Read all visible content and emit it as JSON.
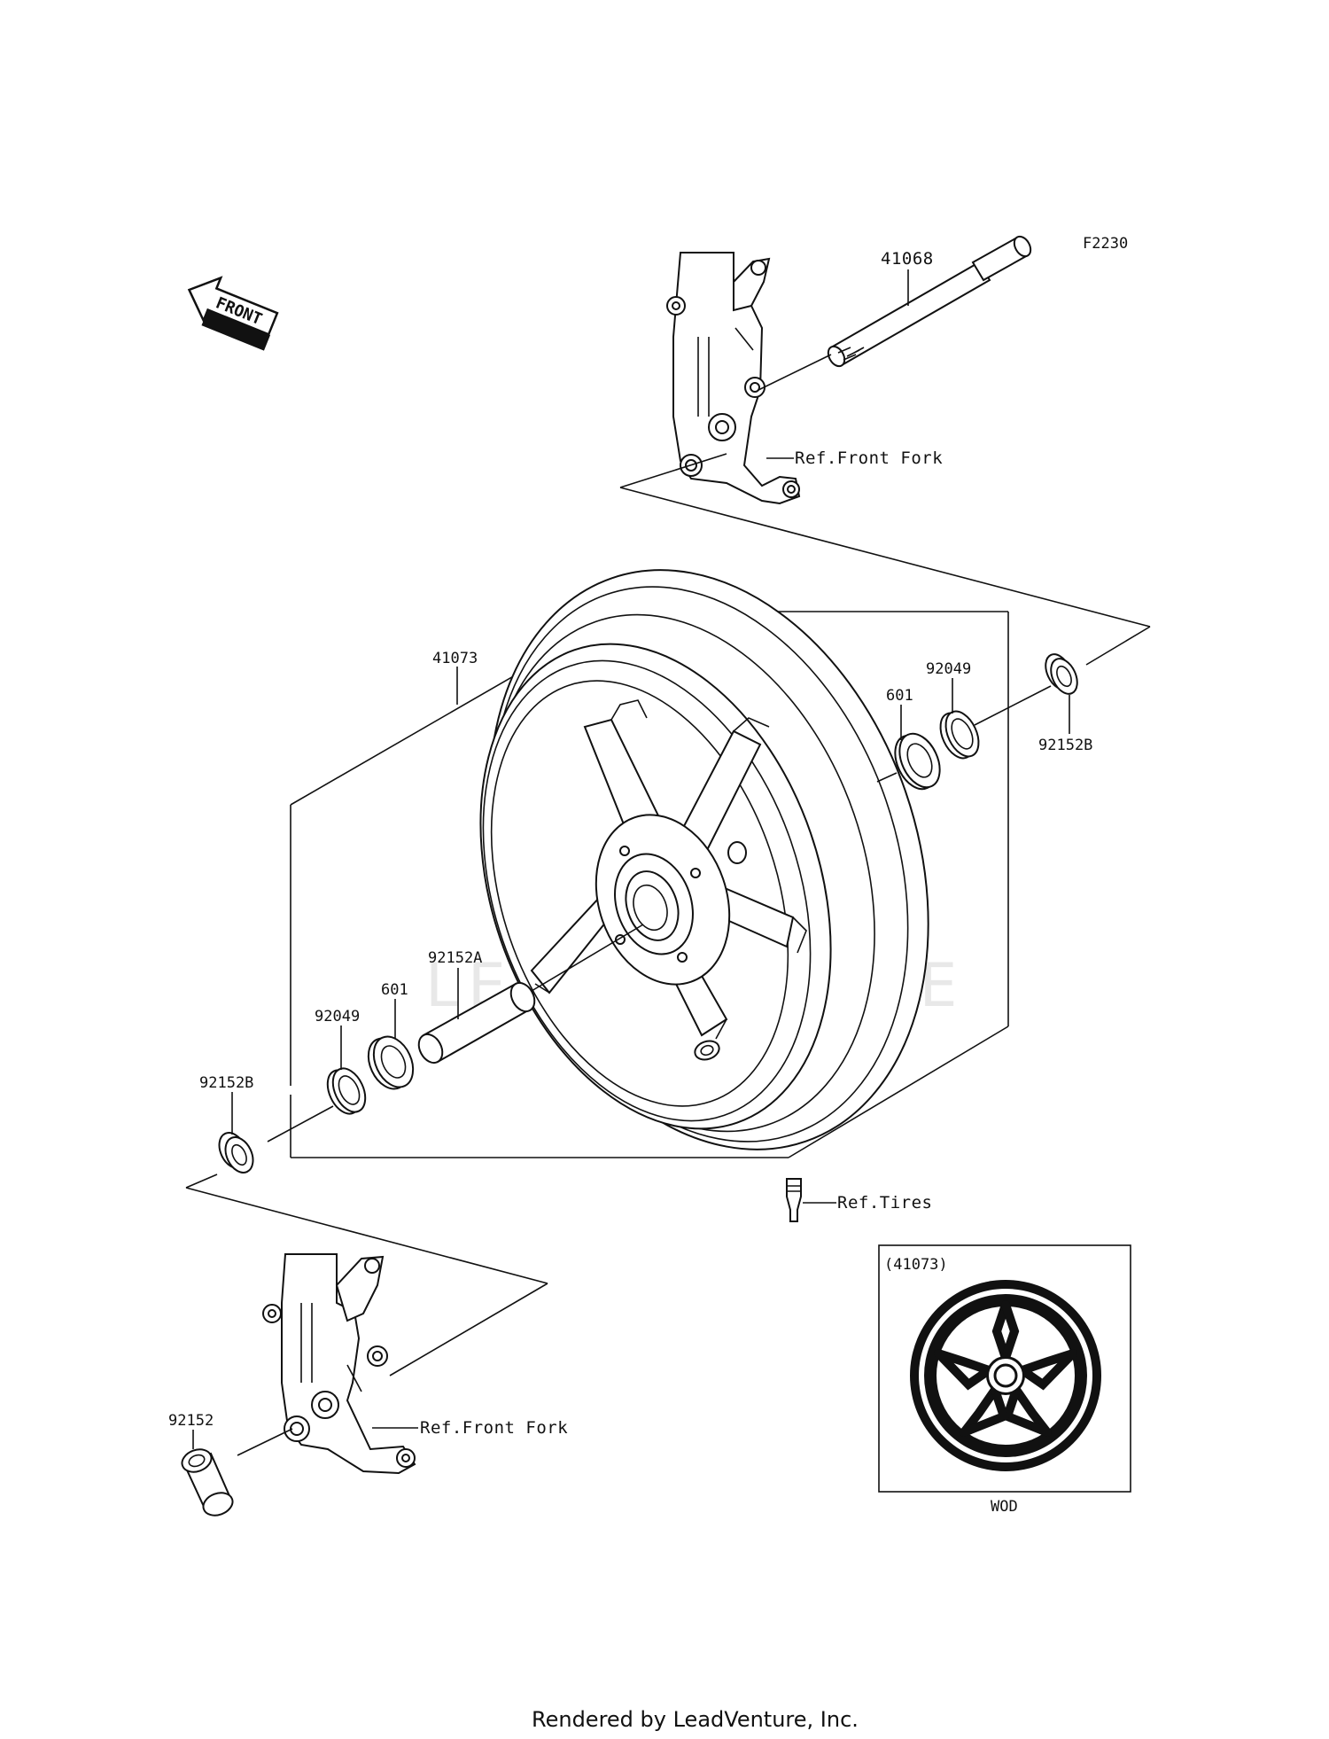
{
  "diagram_code": "F2230",
  "front_arrow_label": "FRONT",
  "parts": {
    "axle": "41068",
    "wheel": "41073",
    "seal_right": "92049",
    "bearing_right": "601",
    "collar_right": "92152B",
    "spacer": "92152A",
    "seal_left": "92049",
    "bearing_left": "601",
    "collar_left": "92152B",
    "collar_lower": "92152"
  },
  "refs": {
    "front_fork_upper": "Ref.Front Fork",
    "front_fork_lower": "Ref.Front Fork",
    "tires": "Ref.Tires"
  },
  "inset": {
    "title": "(41073)",
    "caption": "WOD"
  },
  "watermark": "LEADVENTURE",
  "footer": "Rendered by LeadVenture, Inc."
}
